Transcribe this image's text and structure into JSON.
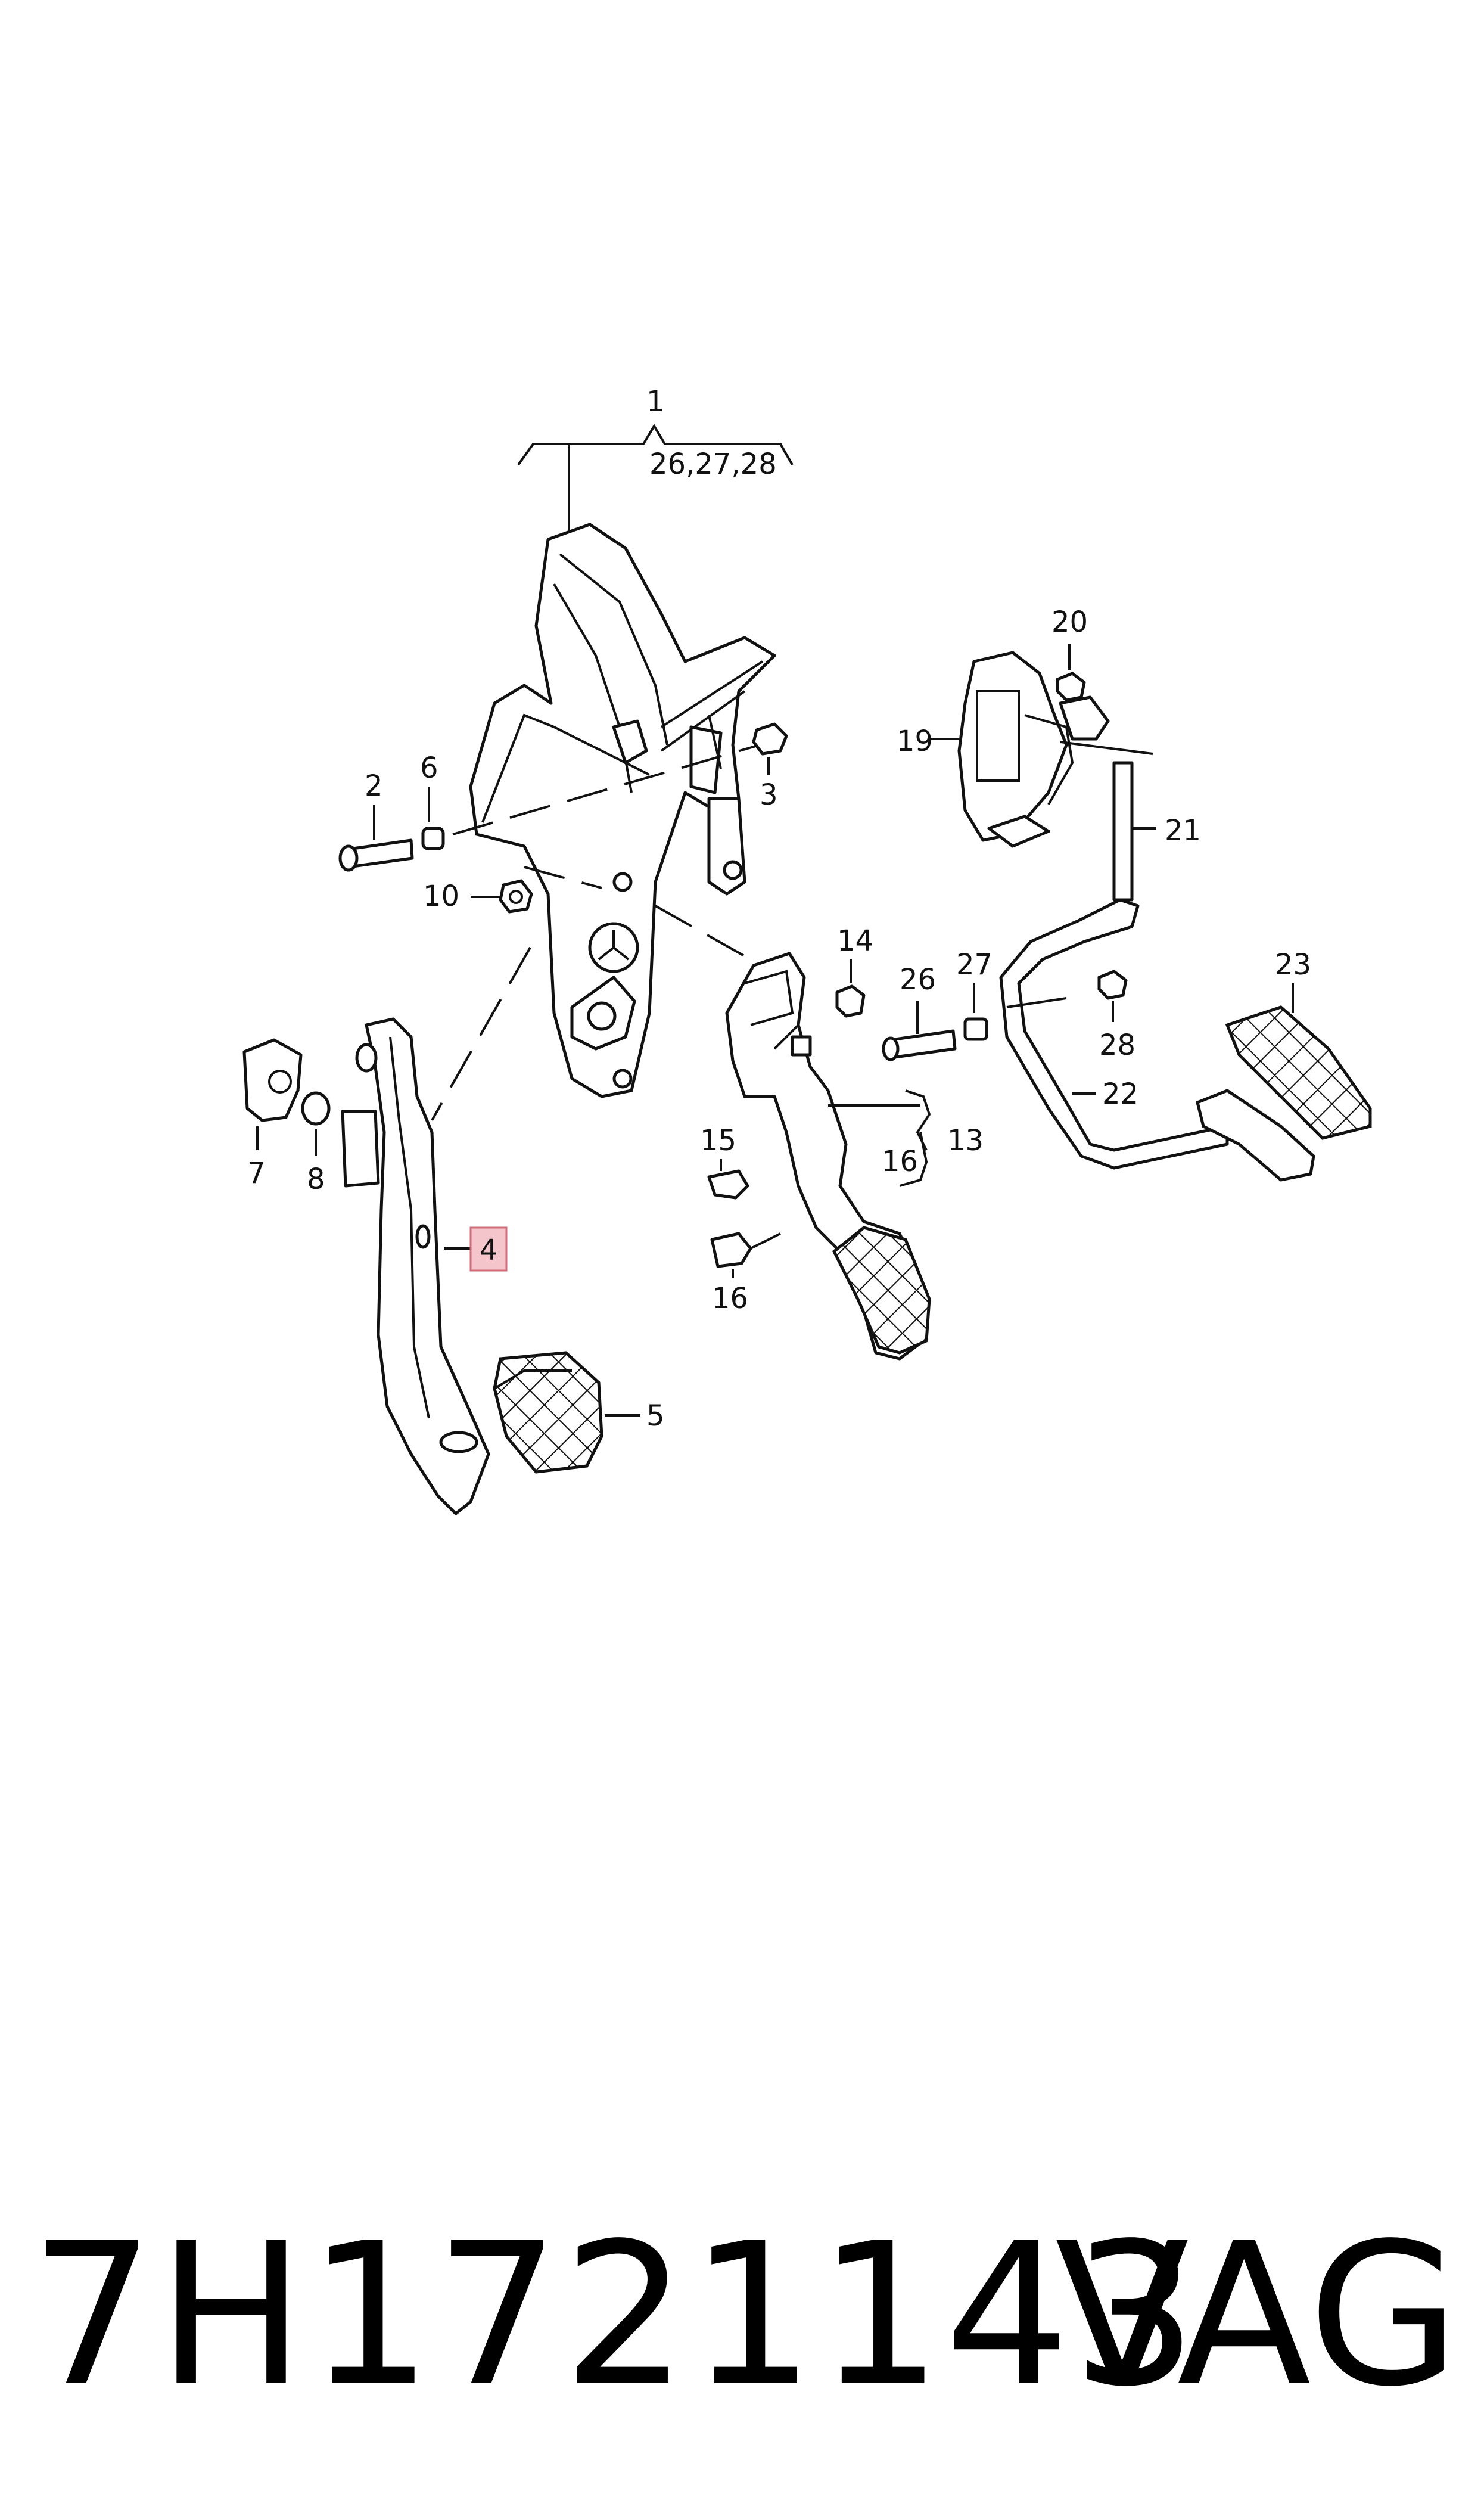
{
  "diagram": {
    "labels": {
      "l1": "1",
      "l26_27_28": "26,27,28",
      "l2": "2",
      "l3": "3",
      "l4": "4",
      "l5": "5",
      "l6": "6",
      "l7": "7",
      "l8": "8",
      "l10": "10",
      "l13": "13",
      "l14": "14",
      "l15": "15",
      "l16a": "16",
      "l16b": "16",
      "l19": "19",
      "l20": "20",
      "l21": "21",
      "l22": "22",
      "l23": "23",
      "l26": "26",
      "l27": "27",
      "l28": "28"
    },
    "highlight_color": "#f4c6cc"
  },
  "footer": {
    "part_number": "7H1721143",
    "brand": "VAG"
  }
}
